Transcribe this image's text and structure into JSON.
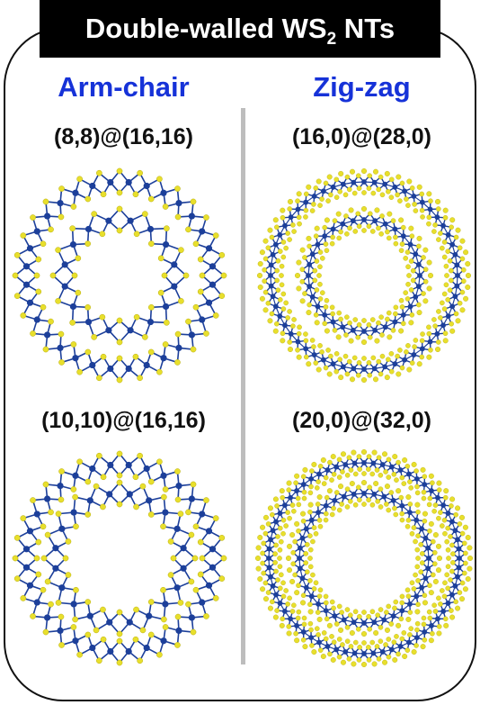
{
  "title": {
    "prefix": "Double-walled WS",
    "subscript": "2",
    "suffix": " NTs"
  },
  "columns": [
    {
      "heading": "Arm-chair",
      "structures": [
        {
          "label": "(8,8)@(16,16)",
          "kind": "armchair",
          "inner_units": 8,
          "outer_units": 16
        },
        {
          "label": "(10,10)@(16,16)",
          "kind": "armchair",
          "inner_units": 10,
          "outer_units": 16
        }
      ]
    },
    {
      "heading": "Zig-zag",
      "structures": [
        {
          "label": "(16,0)@(28,0)",
          "kind": "zigzag",
          "inner_units": 16,
          "outer_units": 28
        },
        {
          "label": "(20,0)@(32,0)",
          "kind": "zigzag",
          "inner_units": 20,
          "outer_units": 32
        }
      ]
    }
  ],
  "colors": {
    "heading_blue": "#1632d8",
    "tungsten_blue": "#1c3f9a",
    "sulfur_yellow": "#e8df2c",
    "divider_gray": "#bdbdbd",
    "title_bar": "#000000"
  }
}
